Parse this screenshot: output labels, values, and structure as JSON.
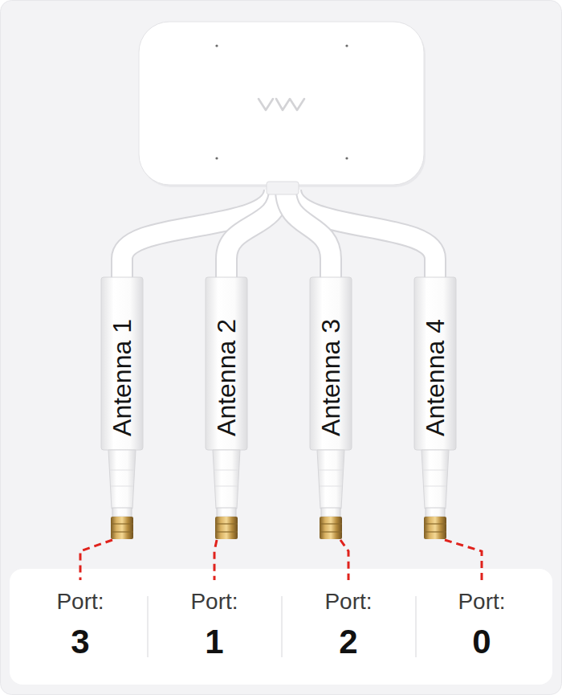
{
  "diagram": {
    "nodes": [
      {
        "text": [
          "Antenna 1"
        ]
      },
      {
        "text": [
          "Antenna 2"
        ]
      },
      {
        "text": [
          "Antenna 3"
        ]
      },
      {
        "text": [
          "Antenna 4"
        ]
      },
      {
        "text": [
          "Port:",
          "3"
        ]
      },
      {
        "text": [
          "Port:",
          "1"
        ]
      },
      {
        "text": [
          "Port:",
          "2"
        ]
      },
      {
        "text": [
          "Port:",
          "0"
        ]
      }
    ],
    "edges": [
      {
        "from": 0,
        "to": 4,
        "arrow": "none"
      },
      {
        "from": 1,
        "to": 5,
        "arrow": "none"
      },
      {
        "from": 2,
        "to": 6,
        "arrow": "none"
      },
      {
        "from": 3,
        "to": 7,
        "arrow": "none"
      }
    ]
  }
}
